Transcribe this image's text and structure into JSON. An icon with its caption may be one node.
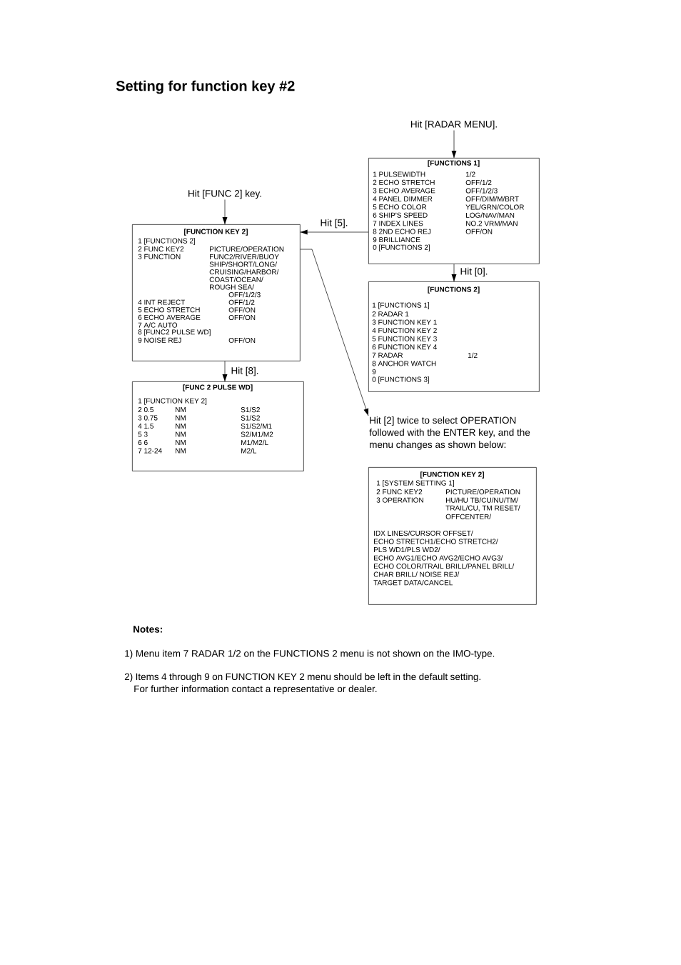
{
  "diagram": {
    "title": "Setting for function key #2",
    "nodes": [
      {
        "text": [
          "Hit [RADAR MENU]."
        ]
      },
      {
        "text": [
          "[FUNCTIONS 1]",
          "1 PULSEWIDTH",
          "1/2",
          "2 ECHO STRETCH",
          "OFF/1/2",
          "3 ECHO AVERAGE",
          "OFF/1/2/3",
          "4 PANEL DIMMER",
          "OFF/DIM/M/BRT",
          "5 ECHO COLOR",
          "YEL/GRN/COLOR",
          "6 SHIP'S SPEED",
          "LOG/NAV/MAN",
          "7 INDEX LINES",
          "NO.2 VRM/MAN",
          "8 2ND ECHO REJ",
          "OFF/ON",
          "9 BRILLIANCE",
          "0 [FUNCTIONS 2]"
        ]
      },
      {
        "text": [
          "Hit [FUNC 2] key."
        ]
      },
      {
        "text": [
          "[FUNCTION KEY 2]",
          "1 [FUNCTIONS 2]",
          "2 FUNC KEY2",
          "PICTURE/OPERATION",
          "3 FUNCTION",
          "FUNC2/RIVER/BUOY",
          "SHIP/SHORT/LONG/",
          "CRUISING/HARBOR/",
          "COAST/OCEAN/",
          "ROUGH SEA/",
          "OFF/1/2/3",
          "4 INT REJECT",
          "OFF/1/2",
          "5 ECHO STRETCH",
          "OFF/ON",
          "6 ECHO AVERAGE",
          "OFF/ON",
          "7 A/C AUTO",
          "8 [FUNC2 PULSE WD]",
          "9 NOISE REJ",
          "OFF/ON"
        ]
      },
      {
        "text": [
          "[FUNCTIONS 2]",
          "1 [FUNCTIONS 1]",
          "2 RADAR 1",
          "3 FUNCTION KEY 1",
          "4 FUNCTION KEY 2",
          "5 FUNCTION KEY 3",
          "6 FUNCTION KEY 4",
          "7 RADAR",
          "1/2",
          "8 ANCHOR WATCH",
          "9",
          "0 [FUNCTIONS 3]"
        ]
      },
      {
        "text": [
          "[FUNC 2 PULSE WD]",
          "1 [FUNCTION KEY 2]",
          "2 0.5",
          "NM",
          "S1/S2",
          "3 0.75",
          "NM",
          "S1/S2",
          "4 1.5",
          "NM",
          "S1/S2/M1",
          "5 3",
          "NM",
          "S2/M1/M2",
          "6 6",
          "NM",
          "M1/M2/L",
          "7 12-24",
          "NM",
          "M2/L"
        ]
      },
      {
        "text": [
          "Hit [2] twice to select OPERATION followed with the ENTER key, and the menu changes as shown below:"
        ]
      },
      {
        "text": [
          "[FUNCTION KEY 2]",
          "1 [SYSTEM SETTING 1]",
          "2 FUNC KEY2",
          "PICTURE/OPERATION",
          "3 OPERATION",
          "HU/HU TB/CU/NU/TM/",
          "TRAIL/CU, TM RESET/",
          "OFFCENTER/",
          "IDX LINES/CURSOR OFFSET/",
          "ECHO STRETCH1/ECHO STRETCH2/",
          "PLS WD1/PLS WD2/",
          "ECHO AVG1/ECHO AVG2/ECHO AVG3/",
          "ECHO COLOR/TRAIL BRILL/PANEL BRILL/",
          "CHAR BRILL/ NOISE REJ/",
          "TARGET DATA/CANCEL"
        ]
      }
    ],
    "edges": [
      {
        "from": 0,
        "to": 1,
        "arrow": "to"
      },
      {
        "from": 2,
        "to": 3,
        "arrow": "to"
      },
      {
        "from": 1,
        "to": 3,
        "arrow": "to",
        "label": "Hit [5]."
      },
      {
        "from": 1,
        "to": 4,
        "arrow": "to",
        "label": "Hit [0]."
      },
      {
        "from": 3,
        "to": 5,
        "arrow": "to",
        "label": "Hit [8]."
      },
      {
        "from": 3,
        "to": 6,
        "arrow": "to"
      }
    ],
    "labels": [
      "Notes:",
      "1) Menu item 7 RADAR 1/2 on the FUNCTIONS 2 menu is not shown on the IMO-type.",
      "2) Items 4 through 9 on FUNCTION KEY 2 menu should be left in the default setting. For further information contact a representative or dealer."
    ]
  }
}
